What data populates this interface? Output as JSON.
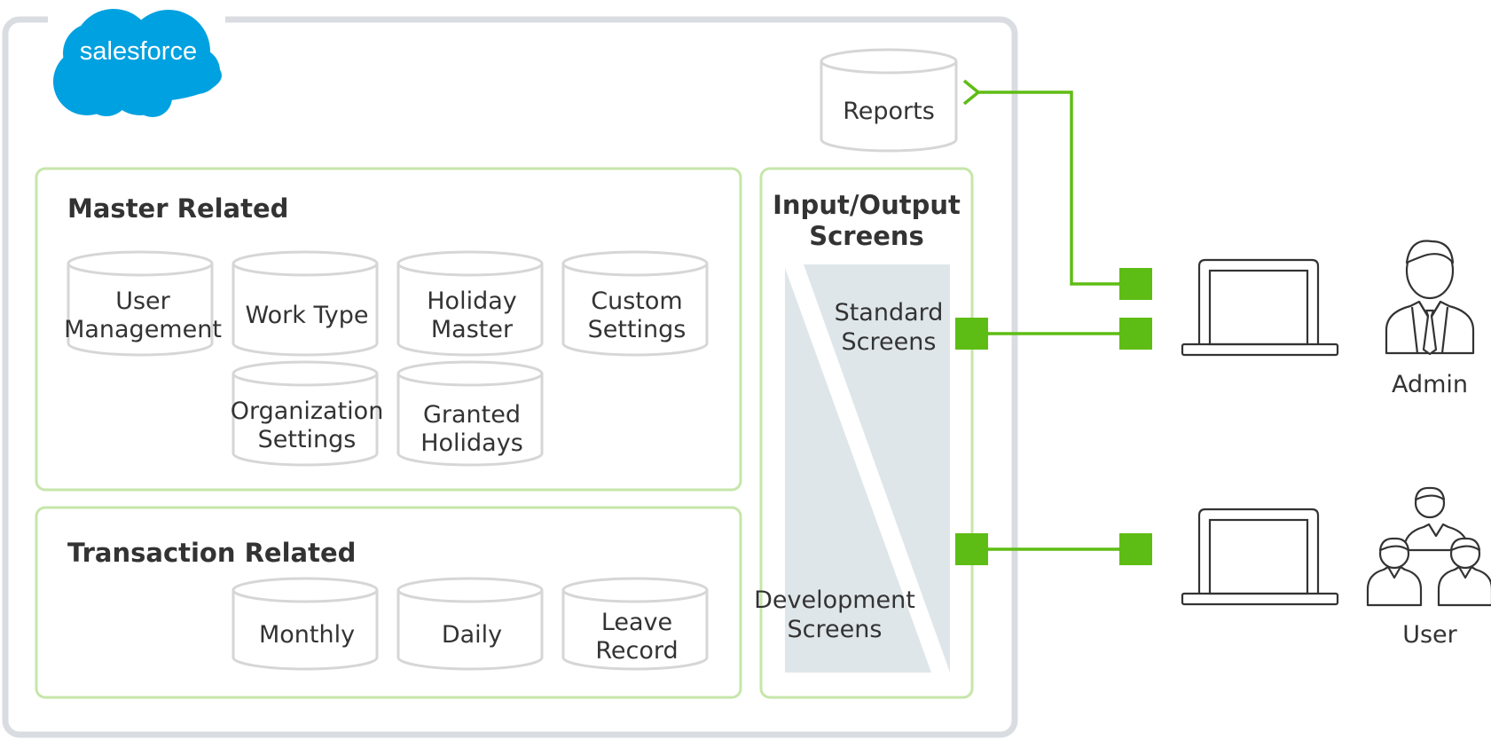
{
  "brand": {
    "logo_text": "salesforce"
  },
  "colors": {
    "accent": "#5ebd14",
    "panel_border": "#c6e6a9",
    "outer_border": "#d9dde1",
    "cylinder": "#d6d6d6",
    "screen_fill": "#dfe6ea"
  },
  "reports": {
    "label": "Reports"
  },
  "master": {
    "title": "Master Related",
    "items": [
      {
        "label": "User\nManagement"
      },
      {
        "label": "Work Type"
      },
      {
        "label": "Holiday\nMaster"
      },
      {
        "label": "Custom\nSettings"
      },
      {
        "label": "Organization\nSettings"
      },
      {
        "label": "Granted\nHolidays"
      }
    ]
  },
  "transaction": {
    "title": "Transaction Related",
    "items": [
      {
        "label": "Monthly"
      },
      {
        "label": "Daily"
      },
      {
        "label": "Leave\nRecord"
      }
    ]
  },
  "io": {
    "title": "Input/Output\nScreens",
    "standard": "Standard\nScreens",
    "development": "Development\nScreens"
  },
  "actors": {
    "admin": {
      "label": "Admin"
    },
    "user": {
      "label": "User"
    }
  }
}
